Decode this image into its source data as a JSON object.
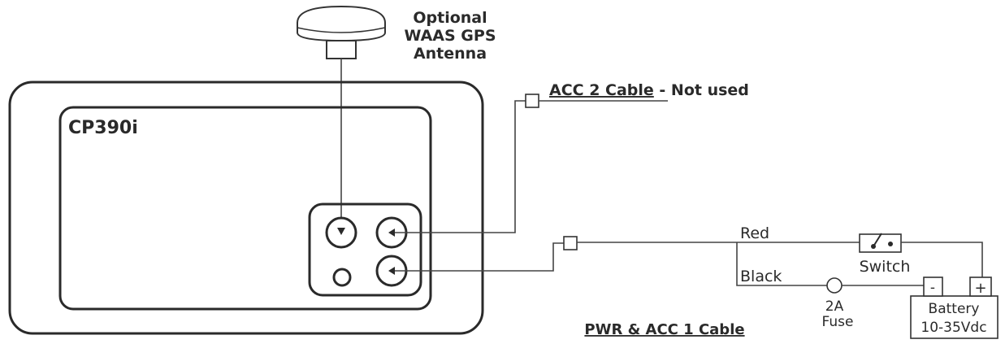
{
  "antenna": {
    "line1": "Optional",
    "line2": "WAAS GPS",
    "line3": "Antenna"
  },
  "device": {
    "model": "CP390i"
  },
  "acc2": {
    "name": "ACC 2 Cable",
    "note": " - Not used"
  },
  "power": {
    "cable_label": "PWR & ACC 1 Cable",
    "red_wire": "Red",
    "black_wire": "Black",
    "switch_label": "Switch",
    "fuse_line1": "2A",
    "fuse_line2": "Fuse",
    "battery_line1": "Battery",
    "battery_line2": "10-35Vdc",
    "minus": "-",
    "plus": "+"
  }
}
